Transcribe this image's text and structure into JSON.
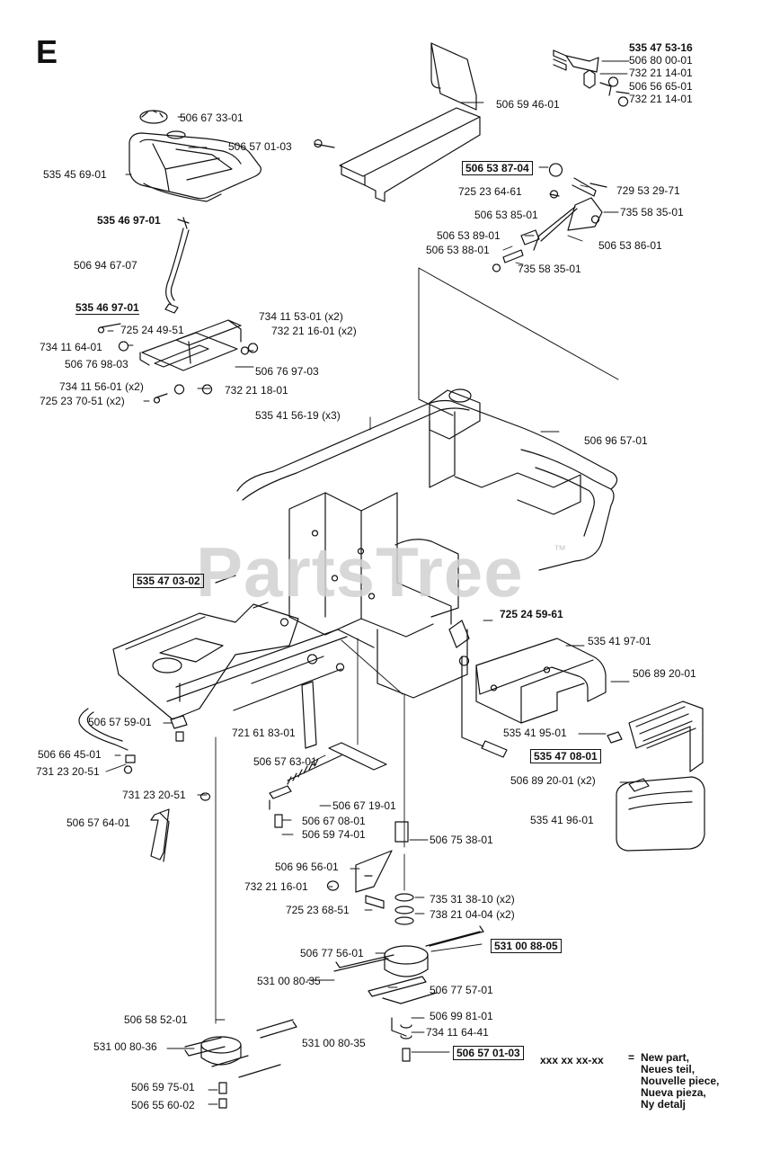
{
  "section_letter": "E",
  "watermark": {
    "text": "PartsTree",
    "tm": "™"
  },
  "legend": {
    "code": "xxx xx xx-xx",
    "equals": "=",
    "lines": [
      "New part,",
      "Neues teil,",
      "Nouvelle piece,",
      "Nueva pieza,",
      "Ny detalj"
    ]
  },
  "parts": [
    "535 47 53-16",
    "506 80 00-01",
    "732 21 14-01",
    "506 56 65-01",
    "732 21 14-01",
    "506 67 33-01",
    "506 57 01-03",
    "535 45 69-01",
    "506 59 46-01",
    "506 53 87-04",
    "729 53 29-71",
    "725 23 64-61",
    "735 58 35-01",
    "506 53 85-01",
    "506 53 89-01",
    "506 53 88-01",
    "506 53 86-01",
    "735 58 35-01",
    "535 46 97-01",
    "506 94 67-07",
    "535 46 97-01",
    "734 11 53-01 (x2)",
    "725 24 49-51",
    "732 21 16-01 (x2)",
    "734 11 64-01",
    "506 76 98-03",
    "506 76 97-03",
    "734 11 56-01 (x2)",
    "732 21 18-01",
    "725 23 70-51 (x2)",
    "535 41 56-19 (x3)",
    "506 96 57-01",
    "535 47 03-02",
    "725 24 59-61",
    "535 41 97-01",
    "506 89 20-01",
    "535 41 95-01",
    "535 47 08-01",
    "506 89 20-01 (x2)",
    "535 41 96-01",
    "506 57 59-01",
    "721 61 83-01",
    "506 66 45-01",
    "731 23 20-51",
    "506 57 63-01",
    "731 23 20-51",
    "506 67 19-01",
    "506 57 64-01",
    "506 67 08-01",
    "506 59 74-01",
    "506 75 38-01",
    "506 96 56-01",
    "732 21 16-01",
    "735 31 38-10 (x2)",
    "725 23 68-51",
    "738 21 04-04 (x2)",
    "506 77 56-01",
    "531 00 88-05",
    "531 00 80-35",
    "506 77 57-01",
    "506 58 52-01",
    "506 99 81-01",
    "531 00 80-36",
    "531 00 80-35",
    "734 11 64-41",
    "506 57 01-03",
    "506 59 75-01",
    "506 55 60-02"
  ]
}
